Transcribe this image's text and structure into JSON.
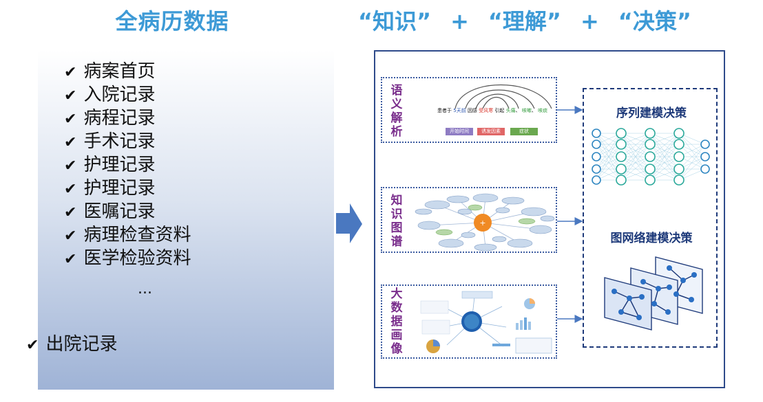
{
  "left_title": "全病历数据",
  "right_title": {
    "part1": "“知识”",
    "plus1": "+",
    "part2": "“理解”",
    "plus2": "+",
    "part3": "“决策”"
  },
  "records": [
    "病案首页",
    "入院记录",
    "病程记录",
    "手术记录",
    "护理记录",
    "护理记录",
    "医嘱记录",
    "病理检查资料",
    "医学检验资料"
  ],
  "ellipsis": "...",
  "last_record": "出院记录",
  "modules": [
    {
      "label": [
        "语",
        "义",
        "解",
        "析"
      ]
    },
    {
      "label": [
        "知",
        "识",
        "图",
        "谱"
      ]
    },
    {
      "label": [
        "大",
        "数",
        "据",
        "画",
        "像"
      ]
    }
  ],
  "semantic": {
    "sentence_parts": [
      "患者于",
      "5天前",
      "因感",
      "受风寒",
      "引起",
      "头痛",
      "、",
      "咳嗽",
      "、",
      "咳痰"
    ],
    "tags": [
      "开始时间",
      "诱发因素",
      "症状"
    ]
  },
  "decisions": {
    "sequence": "序列建模决策",
    "graph": "图网络建模决策"
  },
  "colors": {
    "title": "#3d9ad6",
    "module_label": "#7a2e8c",
    "decision_title": "#1e3a7a",
    "arrow": "#4a78c0"
  }
}
